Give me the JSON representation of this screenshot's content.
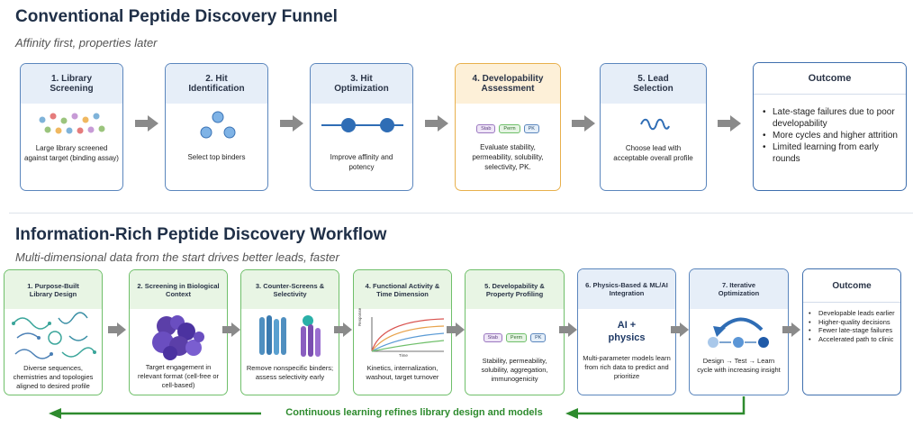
{
  "top": {
    "title": "Conventional Peptide Discovery Funnel",
    "subtitle": "Affinity first, properties later",
    "steps": [
      {
        "heading": "1. Library Screening",
        "desc": "Large library screened against target (binding assay)"
      },
      {
        "heading": "2. Hit Identification",
        "desc": "Select top binders"
      },
      {
        "heading": "3. Hit Optimization",
        "desc": "Improve affinity and potency"
      },
      {
        "heading": "4. Developability Assessment",
        "desc": "Evaluate stability, permeability, solubility, selectivity, PK.",
        "pills": [
          "Stab",
          "Perm",
          "PK"
        ]
      },
      {
        "heading": "5. Lead Selection",
        "desc": "Choose lead with acceptable overall profile"
      }
    ],
    "outcome": {
      "heading": "Outcome",
      "items": [
        "Late-stage failures due to poor developability",
        "More cycles and higher attrition",
        "Limited learning from early rounds"
      ]
    }
  },
  "bottom": {
    "title": "Information-Rich Peptide Discovery Workflow",
    "subtitle": "Multi-dimensional data from the start drives better leads, faster",
    "steps": [
      {
        "heading": "1. Purpose-Built Library Design",
        "desc": "Diverse sequences, chemistries and topologies aligned to desired profile"
      },
      {
        "heading": "2. Screening in Biological Context",
        "desc": "Target engagement in relevant format (cell-free or cell-based)"
      },
      {
        "heading": "3. Counter-Screens & Selectivity",
        "desc": "Remove nonspecific binders; assess selectivity early"
      },
      {
        "heading": "4. Functional Activity & Time Dimension",
        "desc": "Kinetics, internalization, washout, target turnover",
        "chart_ylabel": "Response",
        "chart_xlabel": "Time"
      },
      {
        "heading": "5. Developability & Property Profiling",
        "desc": "Stability, permeability, solubility, aggregation, immunogenicity",
        "pills": [
          "Stab",
          "Perm",
          "PK"
        ]
      },
      {
        "heading": "6. Physics-Based & ML/AI Integration",
        "desc": "Multi-parameter models learn from rich data to predict and prioritize",
        "badge": "AI + physics"
      },
      {
        "heading": "7. Iterative Optimization",
        "desc": "Design → Test → Learn cycle with increasing insight"
      }
    ],
    "outcome": {
      "heading": "Outcome",
      "items": [
        "Developable leads earlier",
        "Higher-quality decisions",
        "Fewer late-stage failures",
        "Accelerated path to clinic"
      ]
    },
    "feedback": "Continuous learning refines library design and models"
  },
  "colors": {
    "blue": "#5b86bd",
    "orange": "#e8b04c",
    "green": "#6fbf6a",
    "arrow_gray": "#8a8a8a",
    "feedback_green": "#2e8b2e"
  }
}
